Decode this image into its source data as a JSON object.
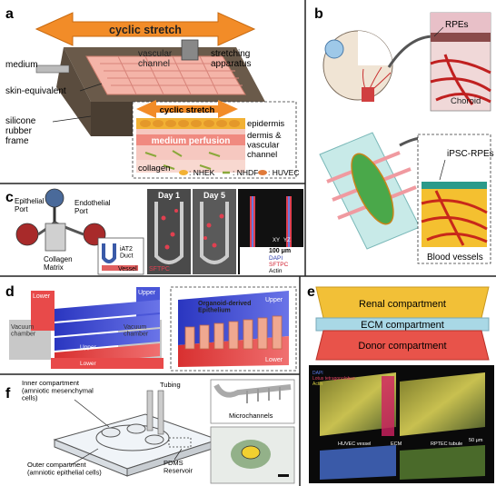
{
  "panel_letters": {
    "a": "a",
    "b": "b",
    "c": "c",
    "d": "d",
    "e": "e",
    "f": "f"
  },
  "panel_a": {
    "cyclic_stretch": "cyclic stretch",
    "medium": "medium",
    "vascular_channel": "vascular\nchannel",
    "stretching_apparatus": "stretching\napparatus",
    "skin_equivalent": "skin-equivalent",
    "silicone_frame": "silicone\nrubber\nframe",
    "inset_cyclic_stretch": "cyclic stretch",
    "epidermis": "epidermis",
    "medium_perfusion": "medium perfusion",
    "dermis_vascular": "dermis &\nvascular\nchannel",
    "collagen": "collagen",
    "legend": [
      {
        "label": ": NHEK",
        "color": "#f2b134"
      },
      {
        "label": ": NHDF",
        "color": "#8aa83a"
      },
      {
        "label": ": HUVEC",
        "color": "#e07a3a"
      }
    ]
  },
  "panel_b": {
    "rpes": "RPEs",
    "choroid": "Choroid",
    "ipsc_rpes": "iPSC-RPEs",
    "blood_vessels": "Blood vessels"
  },
  "panel_c": {
    "epithelial_port": "Epithelial\nPort",
    "endothelial_port": "Endothelial\nPort",
    "collagen_matrix": "Collagen\nMatrix",
    "iat2_duct": "iAT2\nDuct",
    "vessel": "Vessel",
    "day1": "Day 1",
    "day5": "Day 5",
    "sftpc": "SFTPC",
    "scale_bar": "100 μm",
    "stain_dapi": "DAPI",
    "stain_sftpc": "SFTPC",
    "stain_actin": "Actin",
    "axis_xy": "XY",
    "axis_yz": "YZ"
  },
  "panel_d": {
    "lower_left": "Lower",
    "upper_right": "Upper",
    "vacuum_left": "Vacuum\nchamber",
    "vacuum_right": "Vacuum\nchamber",
    "upper_mid": "Upper",
    "lower_mid": "Lower",
    "inset_upper": "Upper",
    "inset_lower": "Lower",
    "organoid": "Organoid-derived\nEpithelium"
  },
  "panel_e": {
    "renal": "Renal compartment",
    "ecm": "ECM compartment",
    "donor": "Donor compartment",
    "micro_legend": [
      "DAPI",
      "Lotus tetragonolobus",
      "Actin"
    ],
    "huvec_vessel": "HUVEC vessel",
    "ecm_small": "ECM",
    "rptec_tubule": "RPTEC tubule",
    "scale_bar": "50 μm"
  },
  "panel_f": {
    "inner": "Inner compartment\n(amniotic mesenchymal\ncells)",
    "tubing": "Tubing",
    "microchannels": "Microchannels",
    "outer": "Outer compartment\n(amniotic epithelial cells)",
    "pdms": "PDMS\nReservoir"
  },
  "colors": {
    "orange_arrow": "#f28c28",
    "skin_pink": "#f4b4a8",
    "renal_yellow": "#f2c037",
    "ecm_blue": "#a9d8e6",
    "donor_red": "#e8534a",
    "d_blue": "#4a56d8",
    "d_red": "#e84a4a"
  }
}
